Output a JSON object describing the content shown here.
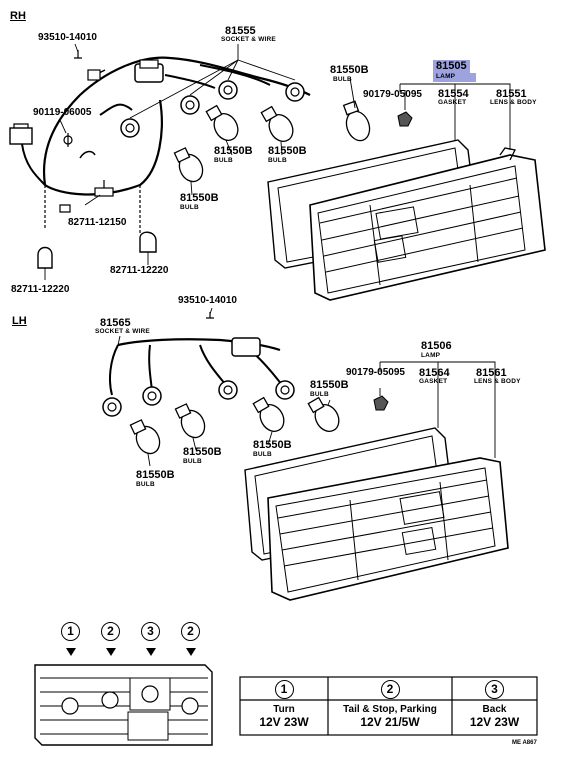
{
  "sections": {
    "rh": "RH",
    "lh": "LH"
  },
  "rh": {
    "socket_wire_pn": "81555",
    "socket_wire_name": "SOCKET & WIRE",
    "screw_pn": "93510-14010",
    "clip_pn": "90119-06005",
    "bulb_top_pn": "81550B",
    "bulb_top_name": "BULB",
    "nut_pn": "90179-05095",
    "lamp_pn": "81505",
    "lamp_name": "LAMP",
    "gasket_pn": "81554",
    "gasket_name": "GASKET",
    "lens_pn": "81551",
    "lens_name": "LENS & BODY",
    "bulb_mid1_pn": "81550B",
    "bulb_mid1_name": "BULB",
    "bulb_mid2_pn": "81550B",
    "bulb_mid2_name": "BULB",
    "bulb_left_pn": "81550B",
    "bulb_left_name": "BULB",
    "grommet1_pn": "82711-12150",
    "grommet2_pn": "82711-12220",
    "grommet3_pn": "82711-12220"
  },
  "lh": {
    "screw_pn": "93510-14010",
    "socket_wire_pn": "81565",
    "socket_wire_name": "SOCKET & WIRE",
    "lamp_pn": "81506",
    "lamp_name": "LAMP",
    "nut_pn": "90179-05095",
    "gasket_pn": "81564",
    "gasket_name": "GASKET",
    "lens_pn": "81561",
    "lens_name": "LENS & BODY",
    "bulb_right_pn": "81550B",
    "bulb_right_name": "BULB",
    "bulb_mid_pn": "81550B",
    "bulb_mid_name": "BULB",
    "bulb_left_pn": "81550B",
    "bulb_left_name": "BULB"
  },
  "position_markers": [
    "1",
    "2",
    "3",
    "2"
  ],
  "legend": [
    {
      "num": "1",
      "title": "Turn",
      "spec": "12V 23W"
    },
    {
      "num": "2",
      "title": "Tail & Stop, Parking",
      "spec": "12V 21/5W"
    },
    {
      "num": "3",
      "title": "Back",
      "spec": "12V 23W"
    }
  ],
  "footer_code": "ME A867"
}
